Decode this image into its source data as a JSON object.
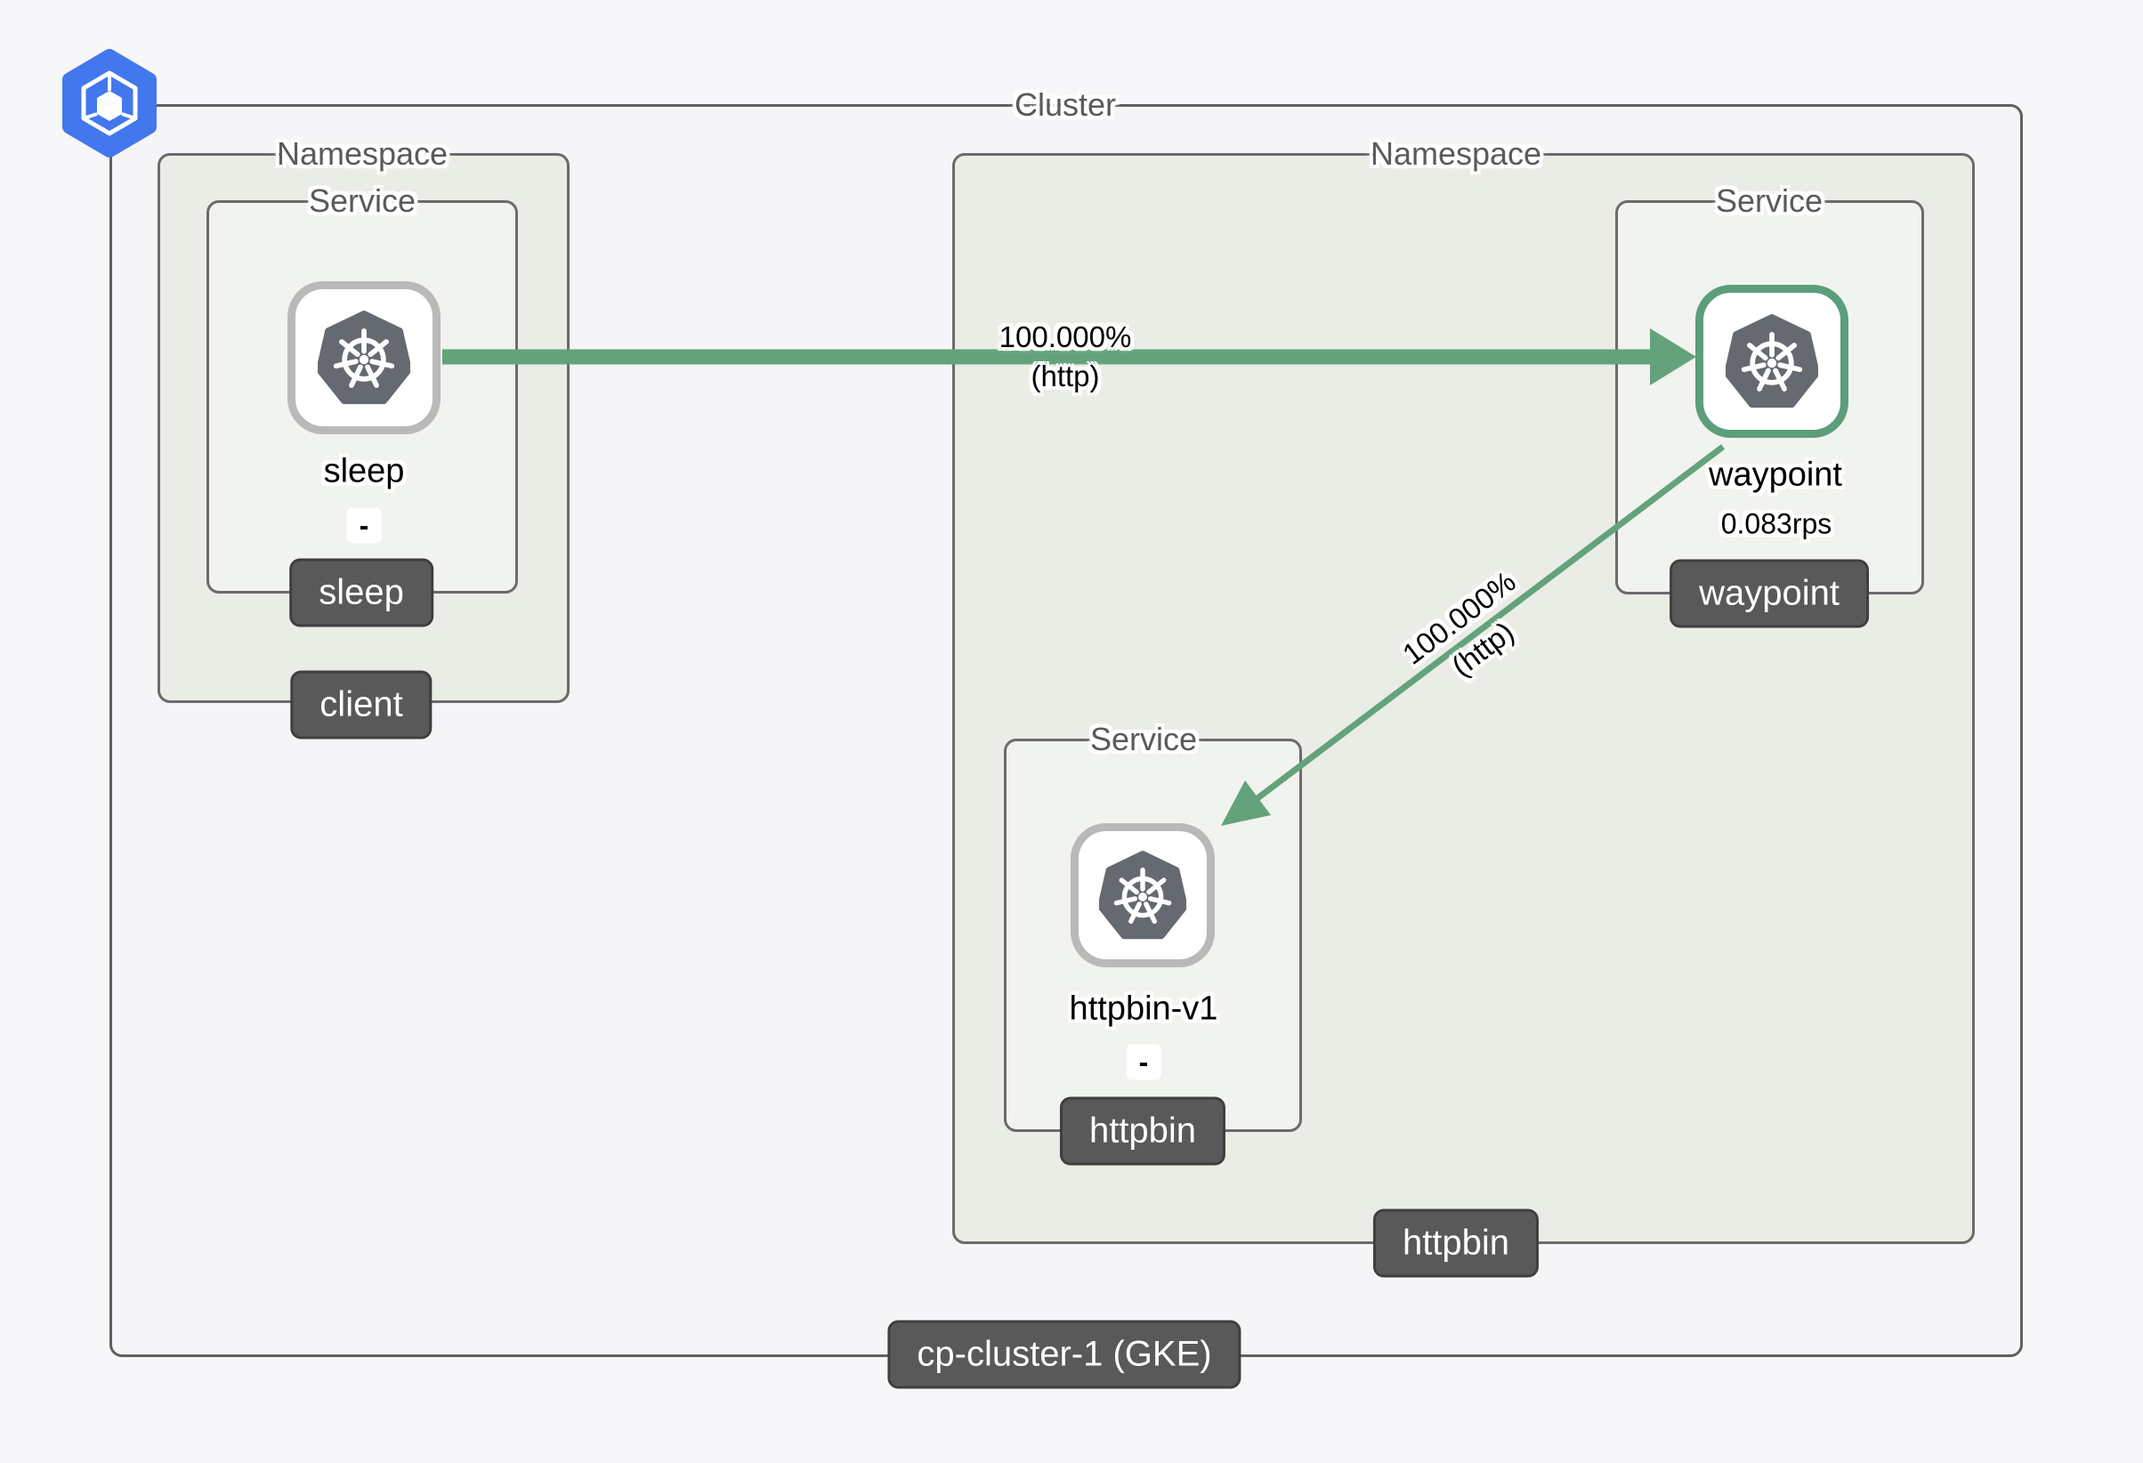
{
  "diagram": {
    "cluster": {
      "label": "Cluster",
      "name_badge": "cp-cluster-1 (GKE)"
    },
    "client_namespace": {
      "label": "Namespace",
      "badge": "client",
      "service_box": {
        "label": "Service",
        "badge": "sleep"
      },
      "node": {
        "name": "sleep",
        "version": "-",
        "icon": "kubernetes-icon"
      }
    },
    "httpbin_namespace": {
      "label": "Namespace",
      "badge": "httpbin",
      "waypoint_service_box": {
        "label": "Service",
        "badge": "waypoint"
      },
      "waypoint_node": {
        "name": "waypoint",
        "traffic_rate": "0.083rps",
        "icon": "kubernetes-icon"
      },
      "httpbin_service_box": {
        "label": "Service",
        "badge": "httpbin"
      },
      "httpbin_node": {
        "name": "httpbin-v1",
        "version": "-",
        "icon": "kubernetes-icon"
      }
    },
    "edges": [
      {
        "from": "sleep",
        "to": "waypoint",
        "percent": "100.000%",
        "protocol": "(http)"
      },
      {
        "from": "waypoint",
        "to": "httpbin-v1",
        "percent": "100.000%",
        "protocol": "(http)"
      }
    ],
    "colors": {
      "edge_green": "#63a27b",
      "waypoint_border_green": "#5c9e7a",
      "badge_bg": "#595959",
      "namespace_fill": "#eaece6",
      "service_fill": "#f1f3ee",
      "cluster_fill": "#f5f4f6",
      "page_bg": "#f7f6f8",
      "box_border": "#6b6b6b",
      "node_border_gray": "#b9b9b9",
      "kubernetes_gray": "#656a70",
      "gke_icon_blue": "#4377ee"
    }
  }
}
